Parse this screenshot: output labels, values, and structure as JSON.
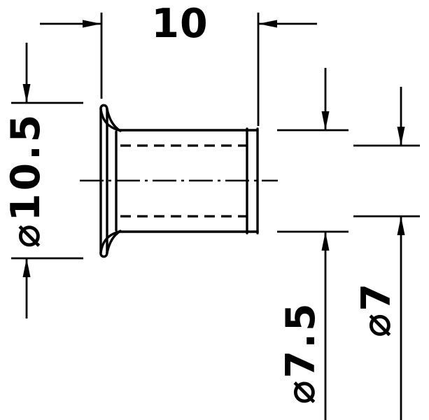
{
  "drawing": {
    "background_color": "#ffffff",
    "line_color": "#000000",
    "labels": {
      "length": "10",
      "flange_diameter": "⌀10.5",
      "outer_diameter": "⌀7.5",
      "bore_diameter": "⌀7"
    }
  }
}
